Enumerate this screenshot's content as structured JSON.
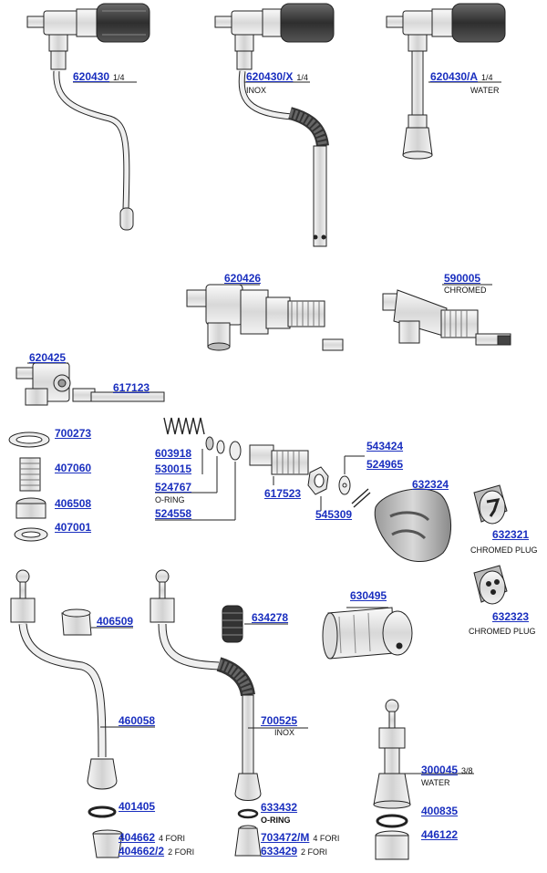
{
  "parts": {
    "p620430": {
      "code": "620430",
      "size": "1/4"
    },
    "p620430x": {
      "code": "620430/X",
      "size": "1/4",
      "note": "INOX"
    },
    "p620430a": {
      "code": "620430/A",
      "size": "1/4",
      "note": "WATER"
    },
    "p620426": {
      "code": "620426"
    },
    "p590005": {
      "code": "590005",
      "note": "CHROMED"
    },
    "p620425": {
      "code": "620425"
    },
    "p617123": {
      "code": "617123"
    },
    "p700273": {
      "code": "700273"
    },
    "p407060": {
      "code": "407060"
    },
    "p406508": {
      "code": "406508"
    },
    "p407001": {
      "code": "407001"
    },
    "p603918": {
      "code": "603918"
    },
    "p530015": {
      "code": "530015"
    },
    "p524767": {
      "code": "524767",
      "note": "O-RING"
    },
    "p524558": {
      "code": "524558"
    },
    "p617523": {
      "code": "617523"
    },
    "p545309": {
      "code": "545309"
    },
    "p543424": {
      "code": "543424"
    },
    "p524965": {
      "code": "524965"
    },
    "p632324": {
      "code": "632324"
    },
    "p632321": {
      "code": "632321",
      "note": "CHROMED PLUG"
    },
    "p632323": {
      "code": "632323",
      "note": "CHROMED PLUG"
    },
    "p630495": {
      "code": "630495"
    },
    "p406509": {
      "code": "406509"
    },
    "p634278": {
      "code": "634278"
    },
    "p460058": {
      "code": "460058"
    },
    "p700525": {
      "code": "700525",
      "note": "INOX"
    },
    "p401405": {
      "code": "401405"
    },
    "p633432": {
      "code": "633432",
      "note": "O-RING"
    },
    "p404662": {
      "code": "404662",
      "size": "4 FORI"
    },
    "p4046622": {
      "code": "404662/2",
      "size": "2 FORI"
    },
    "p703472m": {
      "code": "703472/M",
      "size": "4 FORI"
    },
    "p633429": {
      "code": "633429",
      "size": "2 FORI"
    },
    "p300045": {
      "code": "300045",
      "size": "3/8",
      "note": "WATER"
    },
    "p400835": {
      "code": "400835"
    },
    "p446122": {
      "code": "446122"
    }
  },
  "colors": {
    "code": "#1a2fbf",
    "line": "#222222",
    "dark": "#3a3a3a",
    "metal": "#e6e6e6"
  }
}
